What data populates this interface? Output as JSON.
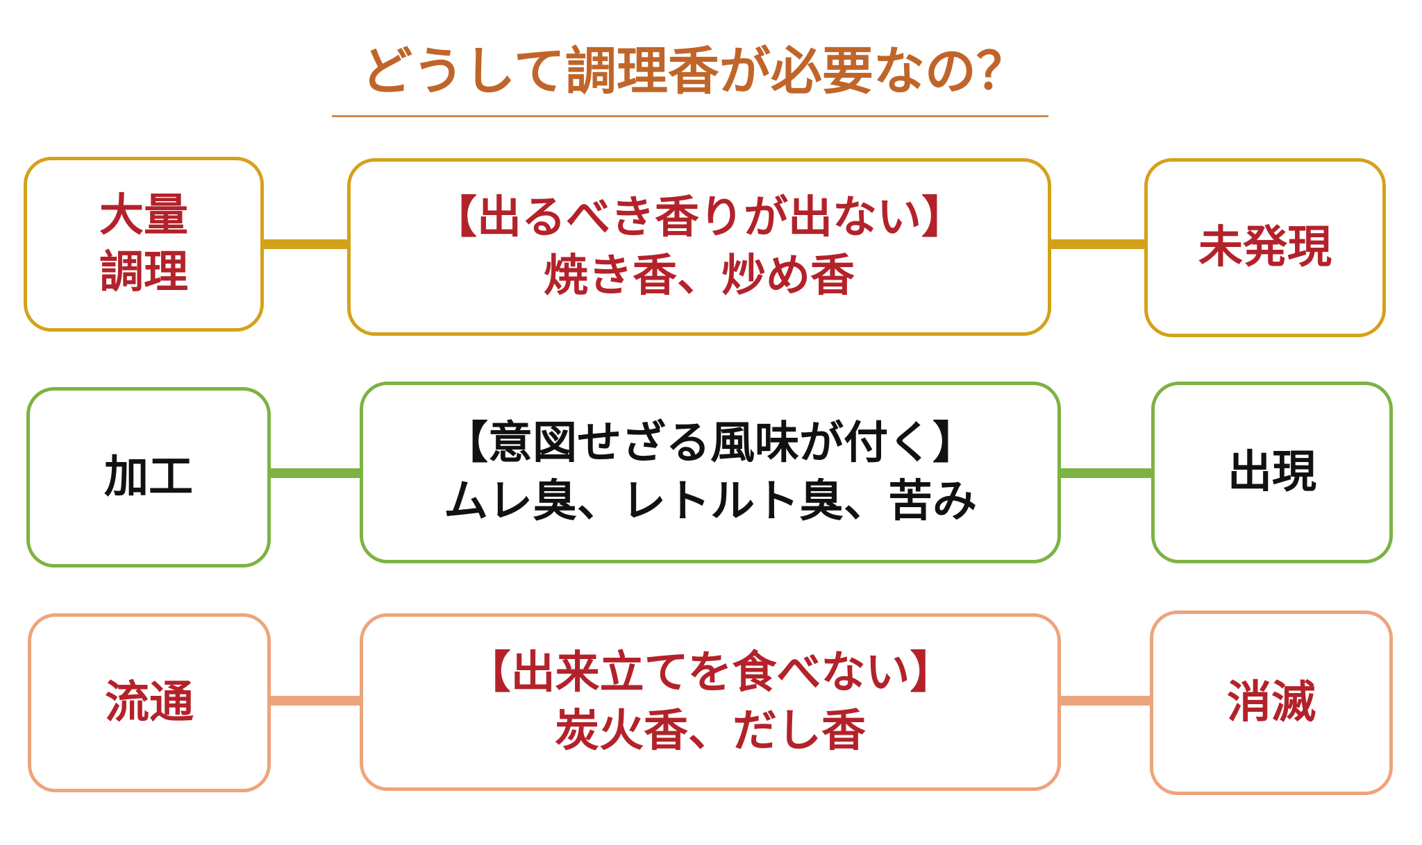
{
  "title": "どうして調理香が必要なの？",
  "colors": {
    "title": "#c0652a",
    "row1_border": "#d4a11a",
    "row2_border": "#7cb342",
    "row3_border": "#eea47b",
    "red_text": "#b3222a",
    "black_text": "#111111"
  },
  "rows": [
    {
      "left": [
        "大量",
        "調理"
      ],
      "center": [
        "【出るべき香りが出ない】",
        "焼き香、炒め香"
      ],
      "right": "未発現"
    },
    {
      "left": [
        "加工"
      ],
      "center": [
        "【意図せざる風味が付く】",
        "ムレ臭、レトルト臭、苦み"
      ],
      "right": "出現"
    },
    {
      "left": [
        "流通"
      ],
      "center": [
        "【出来立てを食べない】",
        "炭火香、だし香"
      ],
      "right": "消滅"
    }
  ]
}
